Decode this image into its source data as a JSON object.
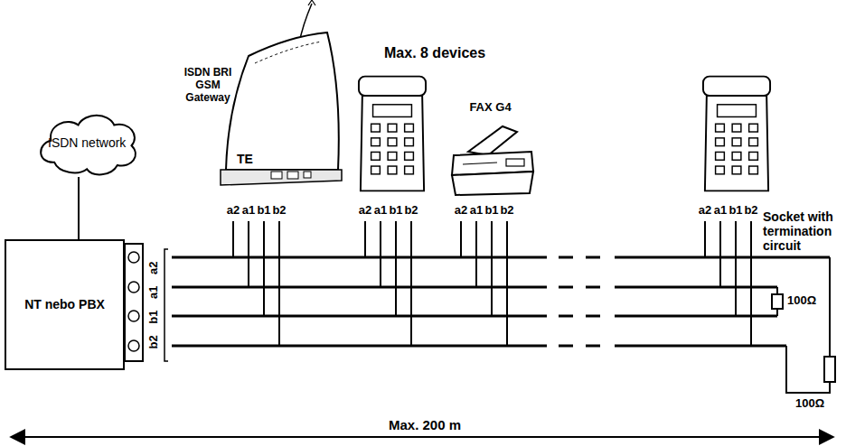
{
  "diagram": {
    "nodes": [
      {
        "text": [
          "ISDN network"
        ]
      },
      {
        "text": [
          "NT nebo PBX"
        ]
      },
      {
        "text": [
          "ISDN BRI GSM Gateway",
          "TE"
        ]
      },
      {
        "text": [
          "FAX G4"
        ]
      }
    ],
    "edges": [
      {
        "from": 0,
        "to": 1,
        "arrow": "none"
      }
    ],
    "labels": [
      "Max. 8 devices",
      "b2 b1 a1 a2",
      "a2",
      "a1",
      "b1",
      "b2",
      "a2",
      "a1",
      "b1",
      "b2",
      "a2",
      "a1",
      "b1",
      "b2",
      "a2",
      "a1",
      "b1",
      "b2",
      "Socket with termination circuit",
      "100Ω",
      "100Ω",
      "Max. 200 m"
    ]
  }
}
